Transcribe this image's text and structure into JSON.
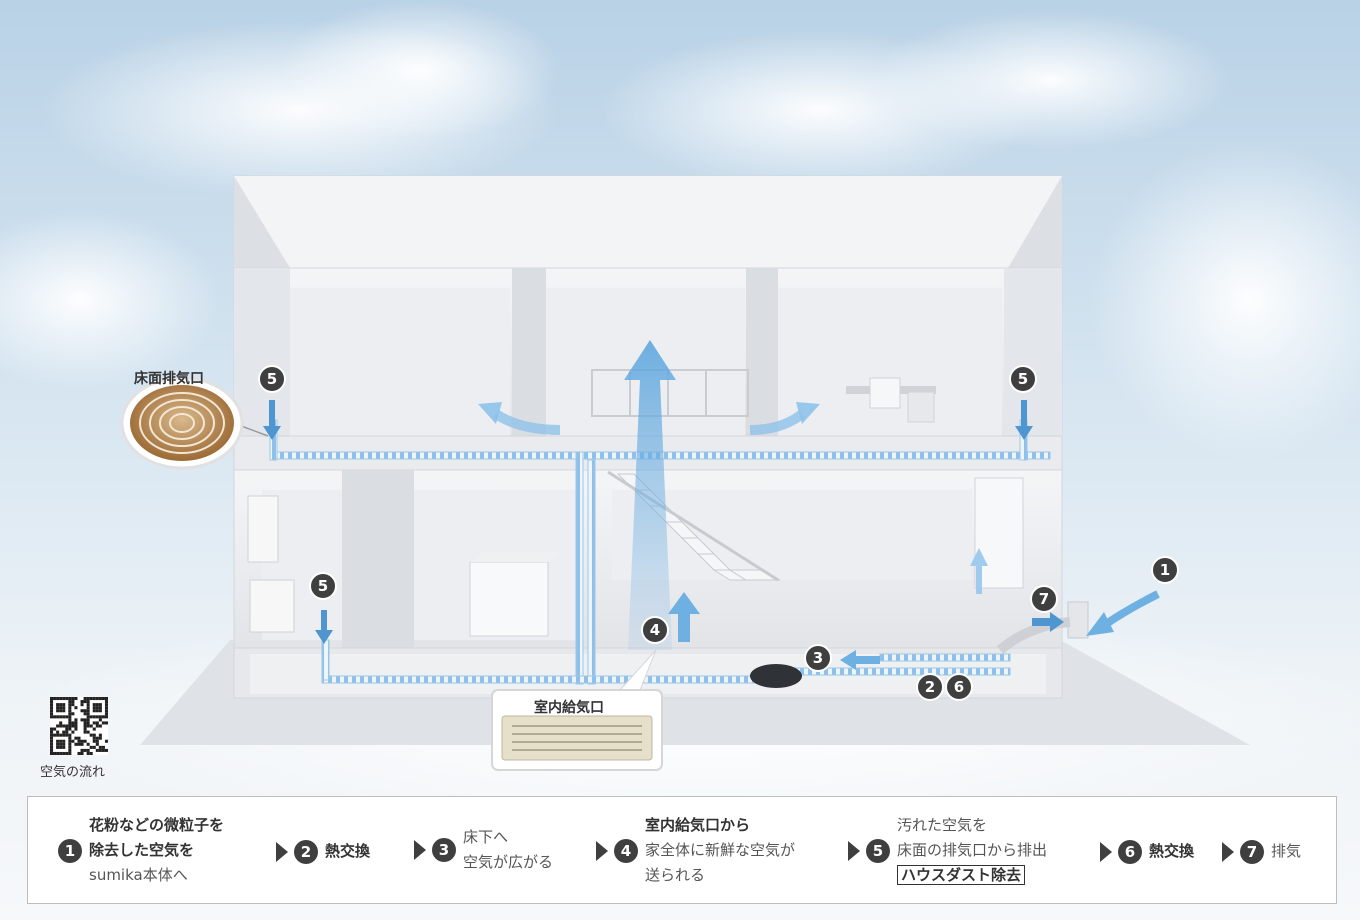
{
  "diagram": {
    "floor_exhaust_label": "床面排気口",
    "indoor_supply_label": "室内給気口",
    "qr_caption": "空気の流れ",
    "markers": [
      "1",
      "2",
      "3",
      "4",
      "5",
      "6",
      "7"
    ],
    "colors": {
      "airflow": "#5ea7de",
      "duct": "#8fc1e8",
      "marker": "#3f3f3f",
      "wood": "#b8864f"
    }
  },
  "steps": [
    {
      "num": "1",
      "lines": [
        "花粉などの微粒子を",
        "除去した空気を",
        "sumika本体へ"
      ]
    },
    {
      "num": "2",
      "lines": [
        "熱交換"
      ]
    },
    {
      "num": "3",
      "lines": [
        "床下へ",
        "空気が広がる"
      ]
    },
    {
      "num": "4",
      "lines": [
        "室内給気口から",
        "家全体に新鮮な空気が",
        "送られる"
      ]
    },
    {
      "num": "5",
      "lines": [
        "汚れた空気を",
        "床面の排気口から排出",
        "ハウスダスト除去"
      ]
    },
    {
      "num": "6",
      "lines": [
        "熱交換"
      ]
    },
    {
      "num": "7",
      "lines": [
        "排気"
      ]
    }
  ]
}
